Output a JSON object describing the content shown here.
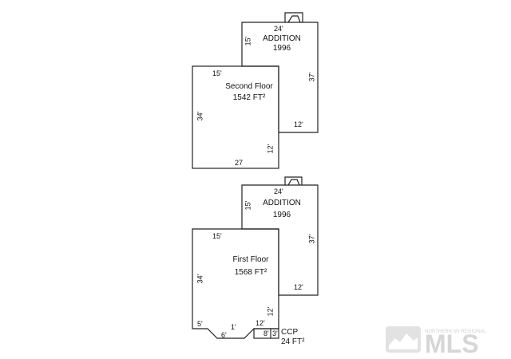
{
  "upper_plan": {
    "addition": {
      "top_dim": "24'",
      "left_dim": "15'",
      "right_dim": "37'",
      "bottom_dim": "12'",
      "label": "ADDITION",
      "year": "1996"
    },
    "main": {
      "top_dim": "15'",
      "left_dim": "34'",
      "inner_dim": "12'",
      "bottom_dim": "27",
      "name": "Second Floor",
      "area": "1542 FT²"
    }
  },
  "lower_plan": {
    "addition": {
      "top_dim": "24'",
      "left_dim": "15'",
      "right_dim": "37'",
      "bottom_dim": "12'",
      "label": "ADDITION",
      "year": "1996"
    },
    "main": {
      "top_dim": "15'",
      "left_dim": "34'",
      "inner_dim_right": "12'",
      "inner_dim_bottom": "12'",
      "bay_left": "5'",
      "bay_center": "6'",
      "bay_right": "1'",
      "name": "First Floor",
      "area": "1568 FT²"
    },
    "ccp": {
      "width_dim": "8'",
      "depth_dim": "3'",
      "label": "CCP",
      "area": "24 FT²"
    }
  },
  "watermark": {
    "tagline": "NORTHERN NV REGIONAL",
    "brand": "MLS",
    "color": "#d6d6d6"
  }
}
